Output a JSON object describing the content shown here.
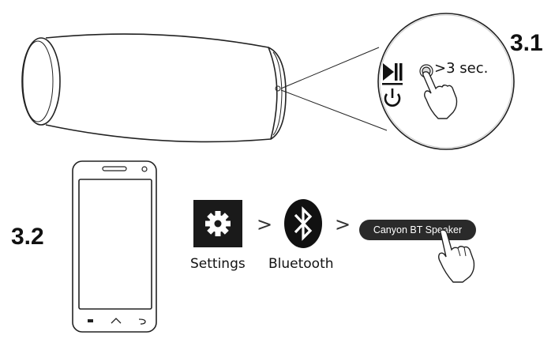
{
  "step1": {
    "number": "3.1",
    "hold_label": ">3 sec.",
    "icons": [
      "play-pause-icon",
      "power-icon"
    ]
  },
  "step2": {
    "number": "3.2",
    "settings_label": "Settings",
    "bluetooth_label": "Bluetooth",
    "separator": ">",
    "device_name": "Canyon BT Speaker",
    "icons": [
      "gear-icon",
      "bluetooth-icon",
      "finger-tap-icon"
    ]
  }
}
